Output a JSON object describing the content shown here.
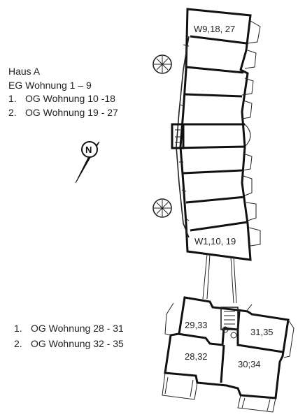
{
  "legend_a": {
    "title": "Haus A",
    "line1": "EG Wohnung  1 – 9",
    "line2_num": "1.",
    "line2_text": "OG Wohnung 10 -18",
    "line3_num": "2.",
    "line3_text": "OG Wohnung 19 - 27"
  },
  "legend_b": {
    "line1_num": "1.",
    "line1_text": "OG Wohnung 28 - 31",
    "line2_num": "2.",
    "line2_text": "OG Wohnung 32 - 35"
  },
  "units": {
    "top": "W9,18, 27",
    "bottom": "W1,10, 19",
    "b_upper_left": "29,33",
    "b_upper_right": "31,35",
    "b_lower_left": "28,32",
    "b_lower_right": "30;34"
  },
  "compass": {
    "letter": "N"
  }
}
